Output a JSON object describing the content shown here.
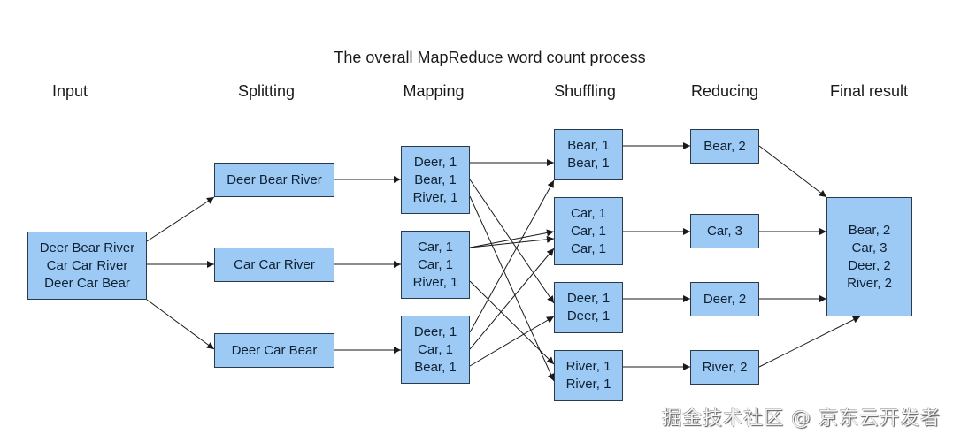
{
  "title": "The overall MapReduce word count process",
  "stages": [
    "Input",
    "Splitting",
    "Mapping",
    "Shuffling",
    "Reducing",
    "Final result"
  ],
  "boxes": {
    "input": [
      "Deer Bear River",
      "Car Car River",
      "Deer Car Bear"
    ],
    "split": [
      [
        "Deer Bear River"
      ],
      [
        "Car Car River"
      ],
      [
        "Deer Car Bear"
      ]
    ],
    "map": [
      [
        "Deer, 1",
        "Bear, 1",
        "River, 1"
      ],
      [
        "Car, 1",
        "Car, 1",
        "River, 1"
      ],
      [
        "Deer, 1",
        "Car, 1",
        "Bear, 1"
      ]
    ],
    "shuffle": [
      [
        "Bear, 1",
        "Bear, 1"
      ],
      [
        "Car, 1",
        "Car, 1",
        "Car, 1"
      ],
      [
        "Deer, 1",
        "Deer, 1"
      ],
      [
        "River, 1",
        "River, 1"
      ]
    ],
    "reduce": [
      [
        "Bear, 2"
      ],
      [
        "Car, 3"
      ],
      [
        "Deer, 2"
      ],
      [
        "River, 2"
      ]
    ],
    "final": [
      "Bear, 2",
      "Car, 3",
      "Deer, 2",
      "River, 2"
    ]
  },
  "colors": {
    "box_fill": "#9dc9f5",
    "box_border": "#2b3a4a",
    "edge": "#1a1a1a"
  },
  "watermark": "掘金技术社区 @ 京东云开发者"
}
